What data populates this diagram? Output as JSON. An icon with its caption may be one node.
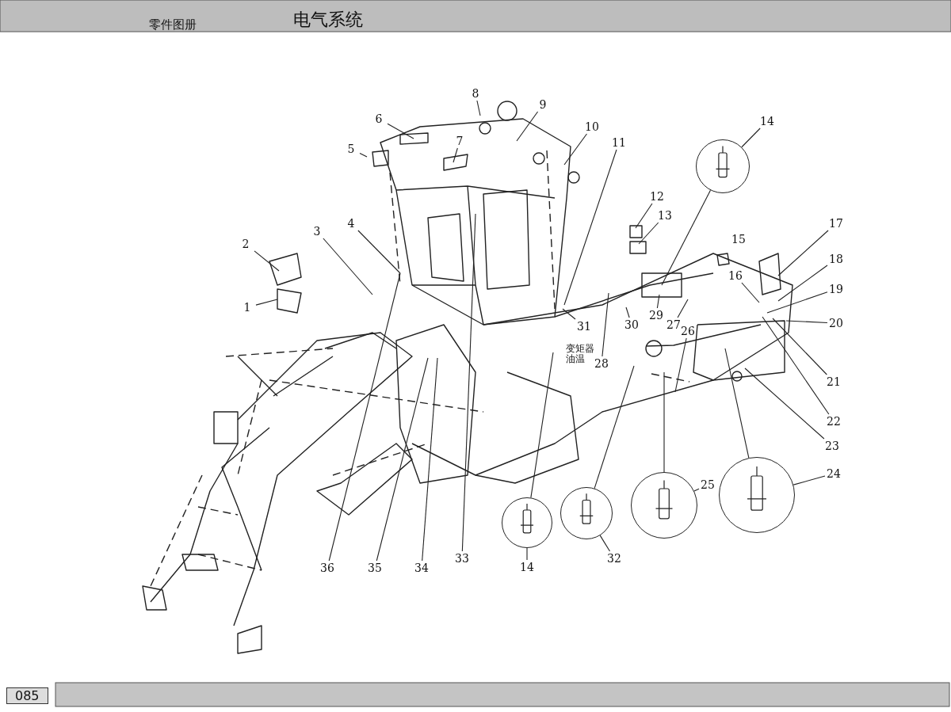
{
  "diagram": {
    "title": "电气系统",
    "nodes": [
      {
        "text": [
          "1"
        ]
      },
      {
        "text": [
          "2"
        ]
      },
      {
        "text": [
          "3"
        ]
      },
      {
        "text": [
          "4"
        ]
      },
      {
        "text": [
          "5"
        ]
      },
      {
        "text": [
          "6"
        ]
      },
      {
        "text": [
          "7"
        ]
      },
      {
        "text": [
          "8"
        ]
      },
      {
        "text": [
          "9"
        ]
      },
      {
        "text": [
          "10"
        ]
      },
      {
        "text": [
          "11"
        ]
      },
      {
        "text": [
          "12"
        ]
      },
      {
        "text": [
          "13"
        ]
      },
      {
        "text": [
          "14"
        ]
      },
      {
        "text": [
          "15"
        ]
      },
      {
        "text": [
          "16"
        ]
      },
      {
        "text": [
          "17"
        ]
      },
      {
        "text": [
          "18"
        ]
      },
      {
        "text": [
          "19"
        ]
      },
      {
        "text": [
          "20"
        ]
      },
      {
        "text": [
          "21"
        ]
      },
      {
        "text": [
          "22"
        ]
      },
      {
        "text": [
          "23"
        ]
      },
      {
        "text": [
          "24"
        ]
      },
      {
        "text": [
          "25"
        ]
      },
      {
        "text": [
          "26"
        ]
      },
      {
        "text": [
          "27"
        ]
      },
      {
        "text": [
          "28"
        ]
      },
      {
        "text": [
          "29"
        ]
      },
      {
        "text": [
          "30"
        ]
      },
      {
        "text": [
          "31"
        ]
      },
      {
        "text": [
          "32"
        ]
      },
      {
        "text": [
          "33"
        ]
      },
      {
        "text": [
          "34"
        ]
      },
      {
        "text": [
          "35"
        ]
      },
      {
        "text": [
          "36"
        ]
      },
      {
        "text": [
          "14"
        ]
      },
      {
        "text": [],
        "shape": "circle"
      },
      {
        "text": [],
        "shape": "circle"
      },
      {
        "text": [],
        "shape": "circle"
      },
      {
        "text": [],
        "shape": "circle"
      },
      {
        "text": [],
        "shape": "circle"
      }
    ],
    "edges": [
      {
        "from": 0,
        "to": null,
        "arrow": "none"
      },
      {
        "from": 1,
        "to": null,
        "arrow": "none"
      },
      {
        "from": 2,
        "to": null,
        "arrow": "none"
      },
      {
        "from": 3,
        "to": null,
        "arrow": "none"
      },
      {
        "from": 4,
        "to": null,
        "arrow": "none"
      },
      {
        "from": 5,
        "to": null,
        "arrow": "none"
      },
      {
        "from": 6,
        "to": null,
        "arrow": "none"
      },
      {
        "from": 7,
        "to": null,
        "arrow": "none"
      },
      {
        "from": 8,
        "to": null,
        "arrow": "none"
      },
      {
        "from": 9,
        "to": null,
        "arrow": "none"
      },
      {
        "from": 10,
        "to": null,
        "arrow": "none"
      },
      {
        "from": 11,
        "to": null,
        "arrow": "none"
      },
      {
        "from": 12,
        "to": null,
        "arrow": "none"
      },
      {
        "from": 13,
        "to": 37,
        "arrow": "none"
      },
      {
        "from": 15,
        "to": null,
        "arrow": "none"
      },
      {
        "from": 16,
        "to": null,
        "arrow": "none"
      },
      {
        "from": 17,
        "to": null,
        "arrow": "none"
      },
      {
        "from": 18,
        "to": null,
        "arrow": "none"
      },
      {
        "from": 19,
        "to": null,
        "arrow": "none"
      },
      {
        "from": 20,
        "to": null,
        "arrow": "none"
      },
      {
        "from": 21,
        "to": null,
        "arrow": "none"
      },
      {
        "from": 22,
        "to": null,
        "arrow": "none"
      },
      {
        "from": 23,
        "to": 41,
        "arrow": "none"
      },
      {
        "from": 24,
        "to": 40,
        "arrow": "none"
      },
      {
        "from": 25,
        "to": null,
        "arrow": "none"
      },
      {
        "from": 26,
        "to": null,
        "arrow": "none"
      },
      {
        "from": 27,
        "to": null,
        "arrow": "none"
      },
      {
        "from": 28,
        "to": null,
        "arrow": "none"
      },
      {
        "from": 29,
        "to": null,
        "arrow": "none"
      },
      {
        "from": 30,
        "to": null,
        "arrow": "none"
      },
      {
        "from": 31,
        "to": 39,
        "arrow": "none"
      },
      {
        "from": 32,
        "to": null,
        "arrow": "none"
      },
      {
        "from": 33,
        "to": null,
        "arrow": "none"
      },
      {
        "from": 34,
        "to": null,
        "arrow": "none"
      },
      {
        "from": 35,
        "to": null,
        "arrow": "none"
      },
      {
        "from": 36,
        "to": 38,
        "arrow": "none"
      },
      {
        "from": 37,
        "to": null,
        "arrow": "none"
      },
      {
        "from": 38,
        "to": null,
        "arrow": "none"
      },
      {
        "from": 39,
        "to": null,
        "arrow": "none"
      },
      {
        "from": 40,
        "to": null,
        "arrow": "none"
      },
      {
        "from": 41,
        "to": null,
        "arrow": "none"
      }
    ],
    "labels": [
      "零件图册",
      "变矩器油温",
      "085"
    ]
  }
}
